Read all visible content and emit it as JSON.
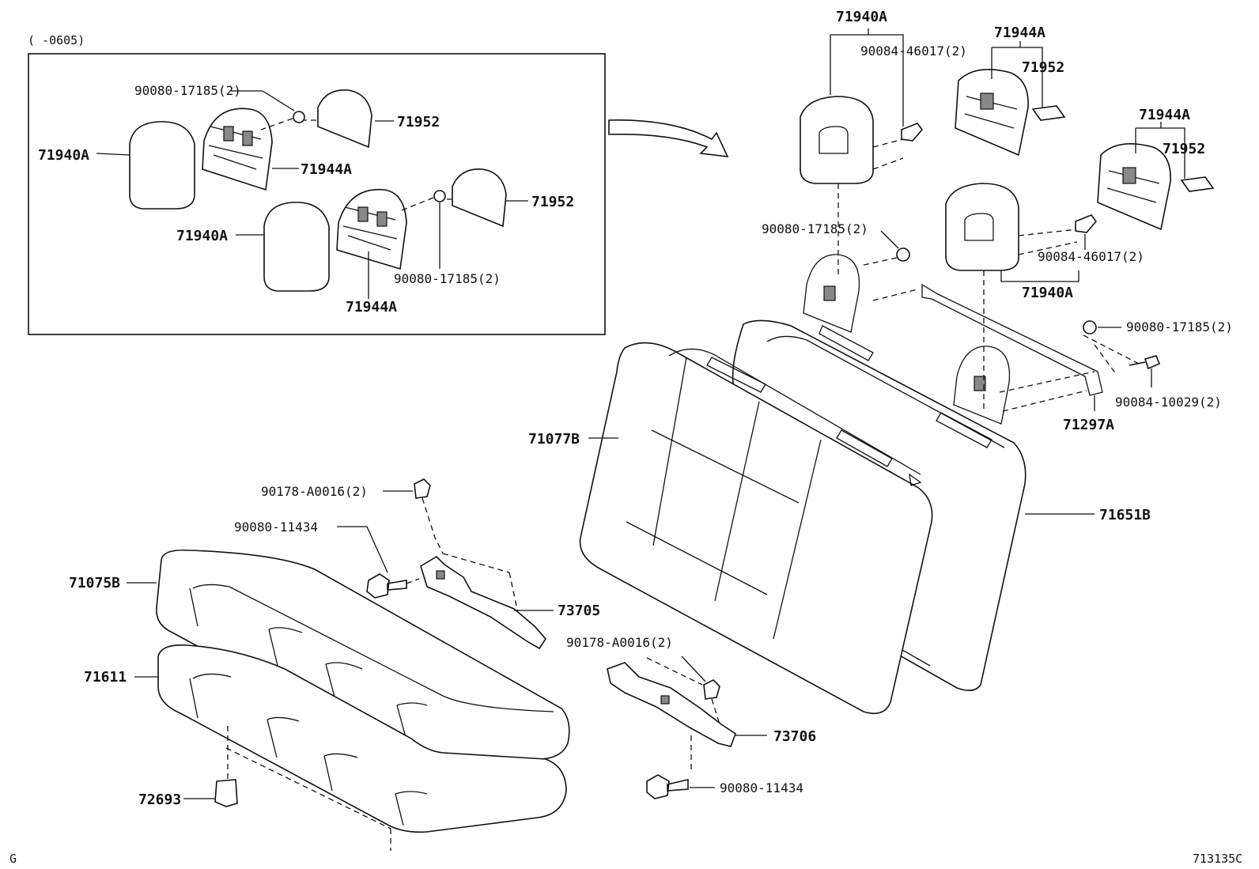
{
  "inset": {
    "range_label": "(    -0605)"
  },
  "labels": {
    "inset_bolt_a": "90080-17185(2)",
    "inset_cover_a": "71952",
    "inset_headrest_a": "71940A",
    "inset_support_a": "71944A",
    "inset_cover_b": "71952",
    "inset_headrest_b": "71940A",
    "inset_bolt_b": "90080-17185(2)",
    "inset_support_b": "71944A",
    "top_headrest": "71940A",
    "top_clip": "90084-46017(2)",
    "right_support_a": "71944A",
    "right_cover_a": "71952",
    "right_support_b": "71944A",
    "right_cover_b": "71952",
    "mid_bolt": "90080-17185(2)",
    "right_clip": "90084-46017(2)",
    "right_headrest": "71940A",
    "right_bolt": "90080-17185(2)",
    "right_screw": "90084-10029(2)",
    "hinge": "71297A",
    "back_cover": "71077B",
    "back_pad": "71651B",
    "nut_a": "90178-A0016(2)",
    "bolt_a": "90080-11434",
    "cushion_cover": "71075B",
    "bracket_a": "73705",
    "cushion_pad": "71611",
    "nut_b": "90178-A0016(2)",
    "bracket_b": "73706",
    "clip": "72693",
    "bolt_b": "90080-11434",
    "corner_code": "G",
    "drawing_code": "713135C"
  }
}
